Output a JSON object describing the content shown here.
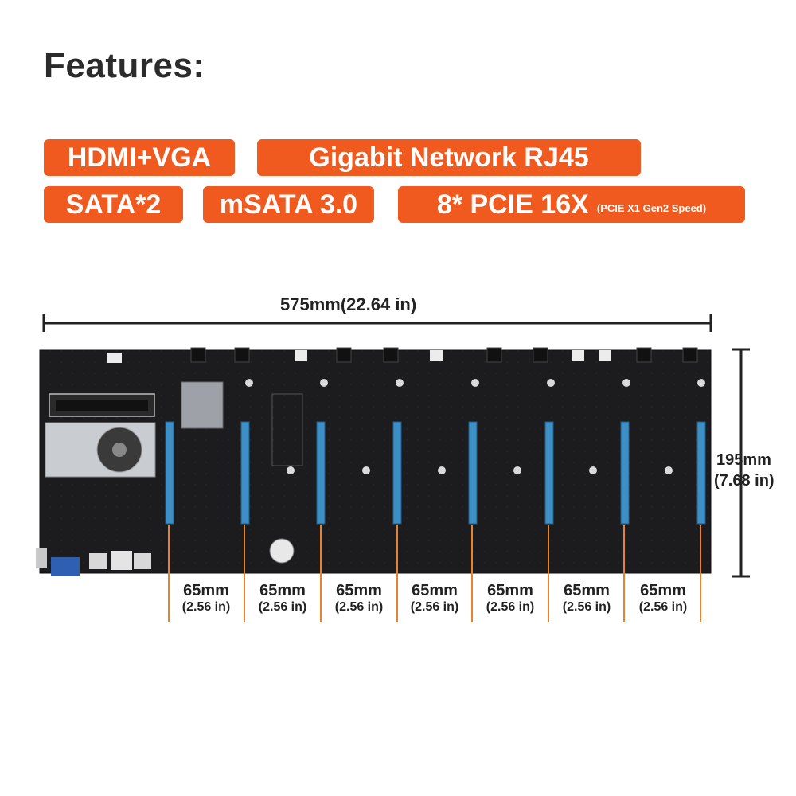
{
  "title": "Features:",
  "features": [
    {
      "label": "HDMI+VGA"
    },
    {
      "label": "Gigabit Network RJ45"
    },
    {
      "label": "SATA*2"
    },
    {
      "label": "mSATA 3.0"
    },
    {
      "label": "8* PCIE 16X",
      "note": "(PCIE X1 Gen2 Speed)"
    }
  ],
  "dimensions": {
    "width_label": "575mm(22.64 in)",
    "height_mm": "195mm",
    "height_in": "(7.68 in)"
  },
  "slot_spacing": [
    {
      "mm": "65mm",
      "in": "(2.56 in)"
    },
    {
      "mm": "65mm",
      "in": "(2.56 in)"
    },
    {
      "mm": "65mm",
      "in": "(2.56 in)"
    },
    {
      "mm": "65mm",
      "in": "(2.56 in)"
    },
    {
      "mm": "65mm",
      "in": "(2.56 in)"
    },
    {
      "mm": "65mm",
      "in": "(2.56 in)"
    },
    {
      "mm": "65mm",
      "in": "(2.56 in)"
    }
  ],
  "colors": {
    "badge": "#f05a1f",
    "board": "#1c1c1e",
    "pcie_slot": "#3d8fc6",
    "guide_line": "#e8832a"
  }
}
